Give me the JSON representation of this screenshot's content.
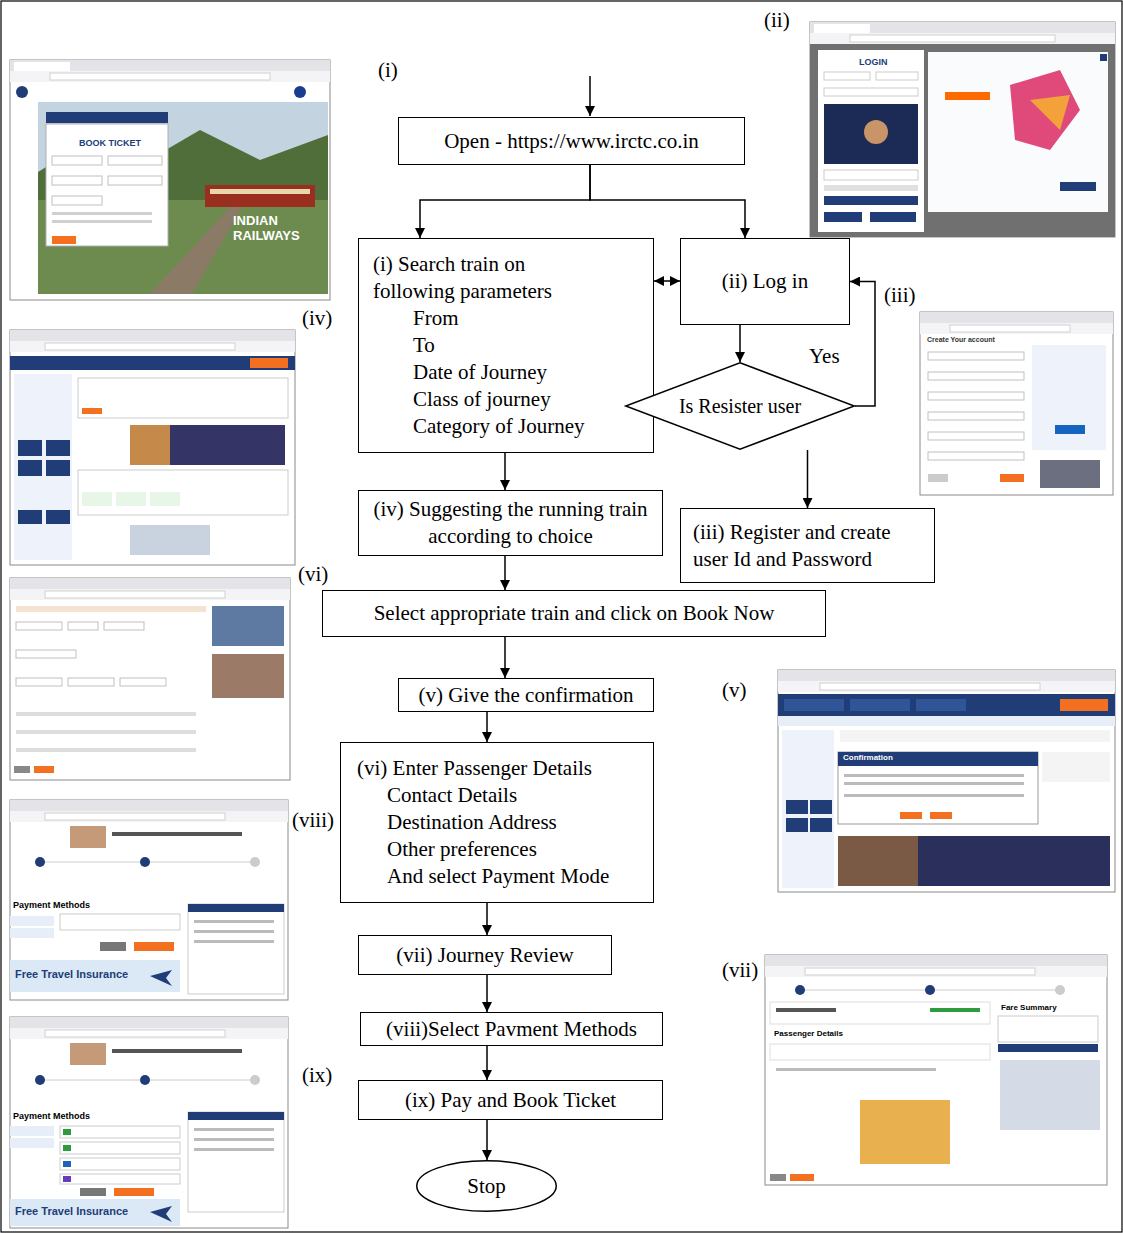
{
  "diagram": {
    "nodes": [
      {
        "text": [
          "Open - https://www.irctc.co.in"
        ]
      },
      {
        "text": [
          "(i) Search train on following parameters",
          "From",
          "To",
          "Date of Journey",
          "Class of journey",
          "Category of Journey"
        ]
      },
      {
        "text": [
          "(ii) Log in"
        ]
      },
      {
        "text": [
          "Is Resister user"
        ]
      },
      {
        "text": [
          "(iii) Register and create user Id and Password"
        ]
      },
      {
        "text": [
          "(iv) Suggesting the running train according to choice"
        ]
      },
      {
        "text": [
          "Select appropriate train and click on Book Now"
        ]
      },
      {
        "text": [
          "(v) Give the confirmation"
        ]
      },
      {
        "text": [
          "(vi) Enter Passenger Details",
          "Contact Details",
          "Destination Address",
          "Other preferences",
          "And select Payment Mode"
        ]
      },
      {
        "text": [
          "(vii) Journey Review"
        ]
      },
      {
        "text": [
          "(viii)Select Pavment Methods"
        ]
      },
      {
        "text": [
          "(ix) Pay and Book Ticket"
        ]
      },
      {
        "text": [
          "Stop"
        ]
      }
    ],
    "edges": [
      {
        "from": 0,
        "to": 1,
        "arrow": "to"
      },
      {
        "from": 0,
        "to": 2,
        "arrow": "to"
      },
      {
        "from": 1,
        "to": 2,
        "arrow": "both"
      },
      {
        "from": 2,
        "to": 3,
        "arrow": "to"
      },
      {
        "from": 3,
        "to": 2,
        "label": "Yes",
        "arrow": "to"
      },
      {
        "from": 3,
        "to": 4,
        "arrow": "to"
      },
      {
        "from": 1,
        "to": 5,
        "arrow": "to"
      },
      {
        "from": 5,
        "to": 6,
        "arrow": "to"
      },
      {
        "from": 6,
        "to": 7,
        "arrow": "to"
      },
      {
        "from": 7,
        "to": 8,
        "arrow": "to"
      },
      {
        "from": 8,
        "to": 9,
        "arrow": "to"
      },
      {
        "from": 9,
        "to": 10,
        "arrow": "to"
      },
      {
        "from": 10,
        "to": 11,
        "arrow": "to"
      },
      {
        "from": 11,
        "to": 12,
        "arrow": "to"
      }
    ],
    "labels": [
      "(i)",
      "(ii)",
      "(iii)",
      "(iv)",
      "(vi)",
      "(v)",
      "(viii)",
      "(vii)",
      "(ix)",
      "BOOK TICKET",
      "INDIAN RAILWAYS",
      "LOGIN",
      "Create Your account",
      "Confirmation",
      "Payment Methods",
      "Free Travel Insurance",
      "Payment Methods",
      "Free Travel Insurance",
      "Passenger Details",
      "Fare Summary"
    ]
  }
}
